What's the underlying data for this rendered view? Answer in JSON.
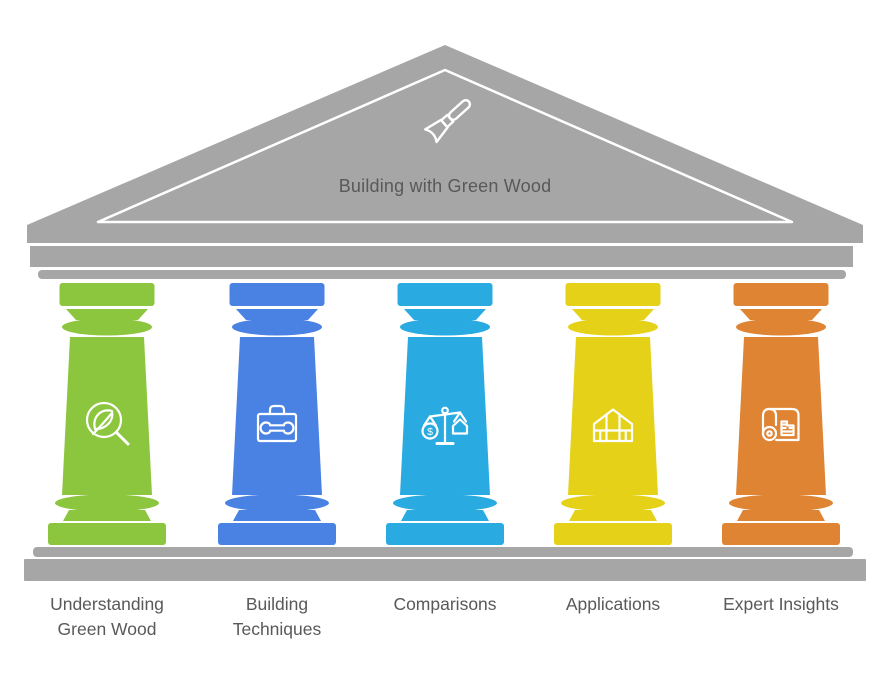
{
  "pediment": {
    "title": "Building with Green Wood",
    "icon": "chisel"
  },
  "colors": {
    "structure": "#A6A6A6",
    "outline": "#FFFFFF",
    "text": "#595959",
    "background": "#FFFFFF"
  },
  "pillars": [
    {
      "label": "Understanding Green Wood",
      "color": "#8CC63F",
      "icon": "leaf-magnifier"
    },
    {
      "label": "Building Techniques",
      "color": "#4A82E4",
      "icon": "toolbox-wrench"
    },
    {
      "label": "Comparisons",
      "color": "#29ABE2",
      "icon": "balance-scale",
      "coin_symbol": "$"
    },
    {
      "label": "Applications",
      "color": "#E5D117",
      "icon": "greenhouse"
    },
    {
      "label": "Expert Insights",
      "color": "#DF8433",
      "icon": "blueprint"
    }
  ]
}
